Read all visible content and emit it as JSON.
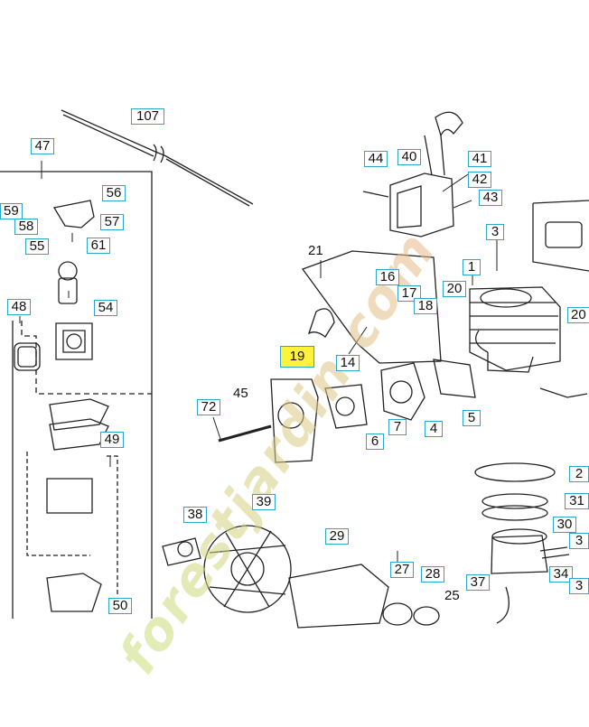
{
  "diagram": {
    "highlight_color": "#fff23a",
    "callout_border_color": "#2aa7c9",
    "watermark": {
      "text": "forestjardin.com",
      "color_start": "#c9e07a",
      "color_end": "#e8b98a"
    },
    "callouts": [
      {
        "id": "c107",
        "label": "107"
      },
      {
        "id": "c47",
        "label": "47"
      },
      {
        "id": "c56",
        "label": "56"
      },
      {
        "id": "c59",
        "label": "59"
      },
      {
        "id": "c58",
        "label": "58"
      },
      {
        "id": "c57",
        "label": "57"
      },
      {
        "id": "c55",
        "label": "55"
      },
      {
        "id": "c61",
        "label": "61"
      },
      {
        "id": "c54",
        "label": "54"
      },
      {
        "id": "c48",
        "label": "48"
      },
      {
        "id": "c49",
        "label": "49"
      },
      {
        "id": "c50",
        "label": "50"
      },
      {
        "id": "c44",
        "label": "44"
      },
      {
        "id": "c40",
        "label": "40"
      },
      {
        "id": "c41",
        "label": "41"
      },
      {
        "id": "c42",
        "label": "42"
      },
      {
        "id": "c43",
        "label": "43"
      },
      {
        "id": "c3",
        "label": "3"
      },
      {
        "id": "c1",
        "label": "1"
      },
      {
        "id": "c16",
        "label": "16"
      },
      {
        "id": "c17",
        "label": "17"
      },
      {
        "id": "c18",
        "label": "18"
      },
      {
        "id": "c20a",
        "label": "20"
      },
      {
        "id": "c20b",
        "label": "20"
      },
      {
        "id": "c19",
        "label": "19",
        "highlight": true
      },
      {
        "id": "c14",
        "label": "14"
      },
      {
        "id": "c5",
        "label": "5"
      },
      {
        "id": "c4",
        "label": "4"
      },
      {
        "id": "c7",
        "label": "7"
      },
      {
        "id": "c6",
        "label": "6"
      },
      {
        "id": "c72",
        "label": "72"
      },
      {
        "id": "c2",
        "label": "2"
      },
      {
        "id": "c31",
        "label": "31"
      },
      {
        "id": "c30",
        "label": "30"
      },
      {
        "id": "c3x",
        "label": "3"
      },
      {
        "id": "c34",
        "label": "34"
      },
      {
        "id": "c3y",
        "label": "3"
      },
      {
        "id": "c39",
        "label": "39"
      },
      {
        "id": "c38",
        "label": "38"
      },
      {
        "id": "c29",
        "label": "29"
      },
      {
        "id": "c27",
        "label": "27"
      },
      {
        "id": "c28",
        "label": "28"
      },
      {
        "id": "c37",
        "label": "37"
      }
    ],
    "plain_labels": [
      {
        "id": "p21",
        "label": "21"
      },
      {
        "id": "p45",
        "label": "45"
      },
      {
        "id": "p25",
        "label": "25"
      }
    ]
  }
}
